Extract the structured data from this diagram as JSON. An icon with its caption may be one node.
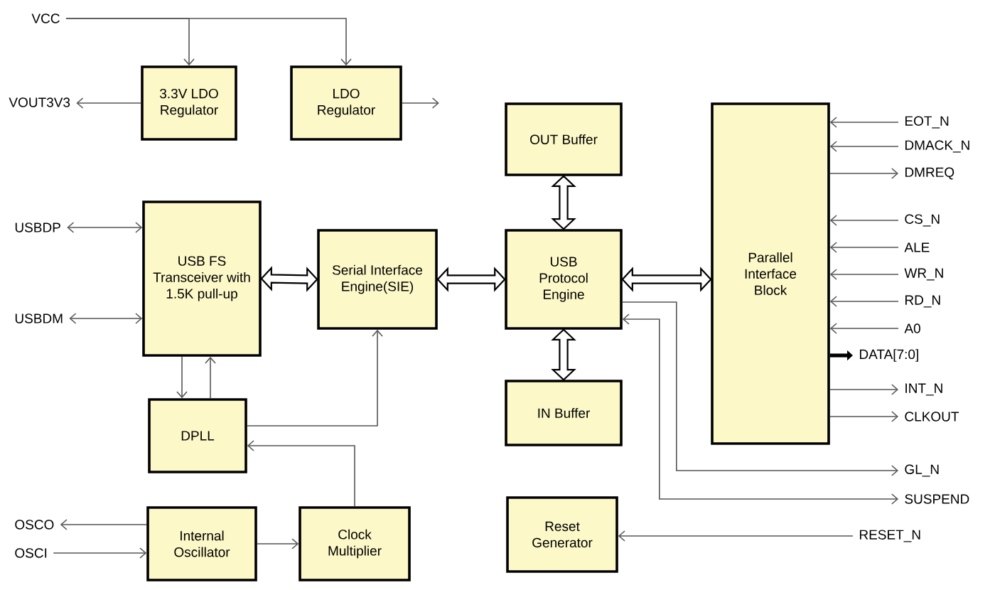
{
  "diagram": {
    "nodes": [
      {
        "text": [
          "VCC"
        ]
      },
      {
        "text": [
          "3.3V LDO Regulator"
        ]
      },
      {
        "text": [
          "LDO Regulator"
        ]
      },
      {
        "text": [
          "VOUT3V3"
        ]
      },
      {
        "text": [
          "USBDP"
        ]
      },
      {
        "text": [
          "USB FS Transceiver with 1.5K pull-up"
        ]
      },
      {
        "text": [
          "USBDM"
        ]
      },
      {
        "text": [
          "Serial Interface Engine(SIE)"
        ]
      },
      {
        "text": [
          "OUT Buffer"
        ]
      },
      {
        "text": [
          "USB Protocol Engine"
        ]
      },
      {
        "text": [
          "IN Buffer"
        ]
      },
      {
        "text": [
          "Parallel Interface Block"
        ]
      },
      {
        "text": [
          "DPLL"
        ]
      },
      {
        "text": [
          "OSCO"
        ]
      },
      {
        "text": [
          "OSCI"
        ]
      },
      {
        "text": [
          "Internal Oscillator"
        ]
      },
      {
        "text": [
          "Clock Multiplier"
        ]
      },
      {
        "text": [
          "Reset Generator"
        ]
      },
      {
        "text": [
          "EOT_N"
        ]
      },
      {
        "text": [
          "DMACK_N"
        ]
      },
      {
        "text": [
          "DMREQ"
        ]
      },
      {
        "text": [
          "CS_N"
        ]
      },
      {
        "text": [
          "ALE"
        ]
      },
      {
        "text": [
          "WR_N"
        ]
      },
      {
        "text": [
          "RD_N"
        ]
      },
      {
        "text": [
          "A0"
        ]
      },
      {
        "text": [
          "DATA[7:0]"
        ]
      },
      {
        "text": [
          "INT_N"
        ]
      },
      {
        "text": [
          "CLKOUT"
        ]
      },
      {
        "text": [
          "GL_N"
        ]
      },
      {
        "text": [
          "SUSPEND"
        ]
      },
      {
        "text": [
          "RESET_N"
        ]
      }
    ],
    "edges": [
      {
        "from": 0,
        "to": 1,
        "arrow": "to"
      },
      {
        "from": 0,
        "to": 2,
        "arrow": "to"
      },
      {
        "from": 1,
        "to": 3,
        "arrow": "to"
      },
      {
        "from": 2,
        "to": null,
        "arrow": "to"
      },
      {
        "from": 4,
        "to": 5,
        "arrow": "both"
      },
      {
        "from": 6,
        "to": 5,
        "arrow": "both"
      },
      {
        "from": 5,
        "to": 7,
        "arrow": "both",
        "style": "thick"
      },
      {
        "from": 7,
        "to": 9,
        "arrow": "both",
        "style": "thick"
      },
      {
        "from": 9,
        "to": 8,
        "arrow": "both",
        "style": "thick"
      },
      {
        "from": 9,
        "to": 10,
        "arrow": "both",
        "style": "thick"
      },
      {
        "from": 9,
        "to": 11,
        "arrow": "both",
        "style": "thick"
      },
      {
        "from": 5,
        "to": 12,
        "arrow": "to"
      },
      {
        "from": 12,
        "to": 5,
        "arrow": "to"
      },
      {
        "from": 12,
        "to": 7,
        "arrow": "to"
      },
      {
        "from": 16,
        "to": 12,
        "arrow": "to"
      },
      {
        "from": 15,
        "to": 13,
        "arrow": "to"
      },
      {
        "from": 14,
        "to": 15,
        "arrow": "to"
      },
      {
        "from": 15,
        "to": 16,
        "arrow": "to"
      },
      {
        "from": 18,
        "to": 11,
        "arrow": "to"
      },
      {
        "from": 19,
        "to": 11,
        "arrow": "to"
      },
      {
        "from": 11,
        "to": 20,
        "arrow": "to"
      },
      {
        "from": 21,
        "to": 11,
        "arrow": "to"
      },
      {
        "from": 22,
        "to": 11,
        "arrow": "to"
      },
      {
        "from": 23,
        "to": 11,
        "arrow": "to"
      },
      {
        "from": 24,
        "to": 11,
        "arrow": "to"
      },
      {
        "from": 25,
        "to": 11,
        "arrow": "to"
      },
      {
        "from": 11,
        "to": 26,
        "arrow": "to",
        "style": "thick"
      },
      {
        "from": 11,
        "to": 27,
        "arrow": "to"
      },
      {
        "from": 11,
        "to": 28,
        "arrow": "to"
      },
      {
        "from": 9,
        "to": 29,
        "arrow": "to"
      },
      {
        "from": 9,
        "to": 30,
        "arrow": "both"
      },
      {
        "from": 31,
        "to": 17,
        "arrow": "to"
      }
    ]
  }
}
